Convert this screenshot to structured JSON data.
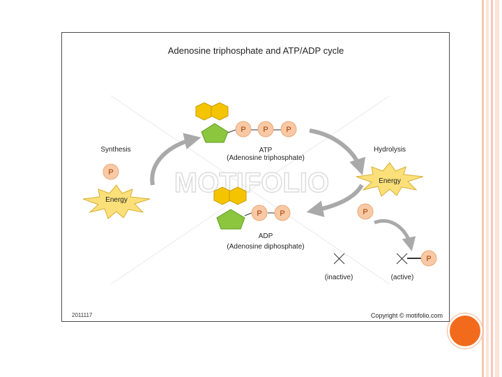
{
  "title": "Adenosine triphosphate and ATP/ADP cycle",
  "labels": {
    "synthesis": "Synthesis",
    "hydrolysis": "Hydrolysis",
    "atp": "ATP",
    "atp_full": "(Adenosine triphosphate)",
    "adp": "ADP",
    "adp_full": "(Adenosine diphosphate)",
    "energy_left": "Energy",
    "energy_right": "Energy",
    "inactive": "(inactive)",
    "active": "(active)",
    "phosphate": "P"
  },
  "watermark": "MOTIFOLIO",
  "footer": {
    "code": "2011117",
    "copyright": "Copyright © motifolio.com"
  },
  "colors": {
    "phosphate_fill": "#f8c9a4",
    "phosphate_stroke": "#c9662a",
    "phosphate_text": "#a23a00",
    "base_yellow": "#f5c400",
    "sugar_green": "#8cc63f",
    "energy_fill": "#fbe07a",
    "accent_orange": "#f26b1d",
    "arrow_gray": "#a9a9a9"
  }
}
